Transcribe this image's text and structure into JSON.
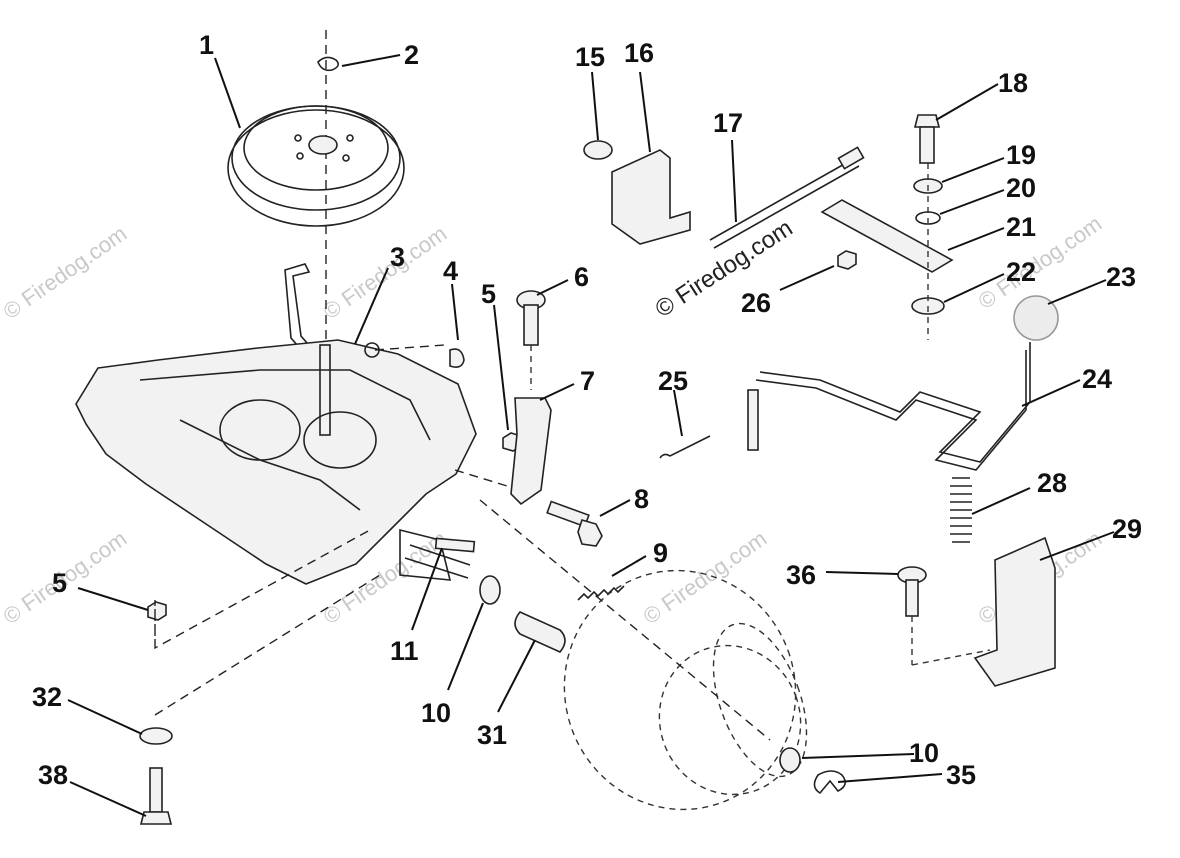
{
  "diagram": {
    "watermark": "© Firedog.com",
    "callouts": [
      {
        "id": "c1",
        "text": "1"
      },
      {
        "id": "c2",
        "text": "2"
      },
      {
        "id": "c3",
        "text": "3"
      },
      {
        "id": "c4",
        "text": "4"
      },
      {
        "id": "c5a",
        "text": "5"
      },
      {
        "id": "c5b",
        "text": "5"
      },
      {
        "id": "c6",
        "text": "6"
      },
      {
        "id": "c7",
        "text": "7"
      },
      {
        "id": "c8",
        "text": "8"
      },
      {
        "id": "c9",
        "text": "9"
      },
      {
        "id": "c10a",
        "text": "10"
      },
      {
        "id": "c10b",
        "text": "10"
      },
      {
        "id": "c11",
        "text": "11"
      },
      {
        "id": "c15",
        "text": "15"
      },
      {
        "id": "c16",
        "text": "16"
      },
      {
        "id": "c17",
        "text": "17"
      },
      {
        "id": "c18",
        "text": "18"
      },
      {
        "id": "c19",
        "text": "19"
      },
      {
        "id": "c20",
        "text": "20"
      },
      {
        "id": "c21",
        "text": "21"
      },
      {
        "id": "c22",
        "text": "22"
      },
      {
        "id": "c23",
        "text": "23"
      },
      {
        "id": "c24",
        "text": "24"
      },
      {
        "id": "c25",
        "text": "25"
      },
      {
        "id": "c26",
        "text": "26"
      },
      {
        "id": "c28",
        "text": "28"
      },
      {
        "id": "c29",
        "text": "29"
      },
      {
        "id": "c31",
        "text": "31"
      },
      {
        "id": "c32",
        "text": "32"
      },
      {
        "id": "c35",
        "text": "35"
      },
      {
        "id": "c36",
        "text": "36"
      },
      {
        "id": "c38",
        "text": "38"
      }
    ]
  }
}
